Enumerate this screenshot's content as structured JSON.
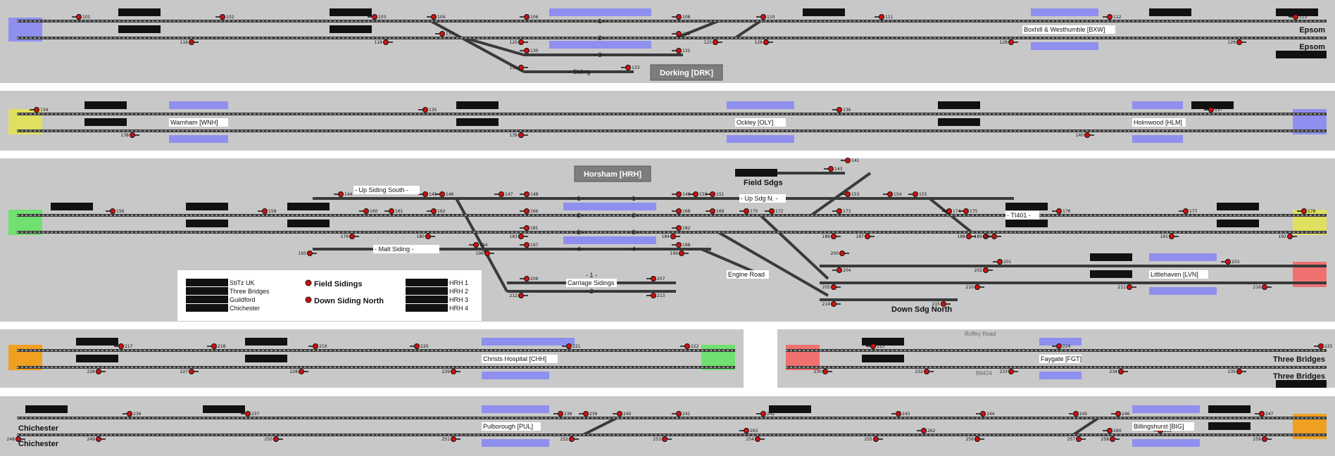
{
  "colors": {
    "panel": "#c8c8c8",
    "track": "#3a3a3a",
    "platform": "#8f8ff0",
    "signal_red": "#d01010",
    "fringe_blue": "#8f8ff0",
    "fringe_yellow": "#e0e060",
    "fringe_green": "#70e070",
    "fringe_orange": "#f0a020",
    "fringe_red": "#f07070"
  },
  "stations": {
    "dorking": "Dorking [DRK]",
    "horsham": "Horsham [HRH]",
    "boxhill": "Boxhill & Westhumble [BXW]",
    "warnham": "Warnham [WNH]",
    "ockley": "Ockley [OLY]",
    "holmwood": "Holmwood [HLM]",
    "littlehaven": "Littlehaven [LVN]",
    "christs_hospital": "Christs Hospital [CHH]",
    "faygate": "Faygate [FGT]",
    "pulborough": "Pulborough [PUL]",
    "billingshurst": "Billingshurst [BIG]"
  },
  "destinations": {
    "epsom_up": "Epsom",
    "epsom_down": "Epsom",
    "three_bridges_up": "Three Bridges",
    "three_bridges_down": "Three Bridges",
    "chichester_up": "Chichester",
    "chichester_down": "Chichester"
  },
  "platforms": {
    "dorking_1": "- 1 -",
    "dorking_2": "- 2 -",
    "dorking_3": "- 3 -",
    "dorking_siding": "- Siding -",
    "horsham_1": "- 1 -",
    "horsham_2": "- 2 -",
    "horsham_3": "- 3 -",
    "horsham_4": "- 4 -",
    "horsham_1b": "- 1 -",
    "horsham_2b": "- 2 -",
    "horsham_3b": "- 3 -",
    "horsham_4b": "- 4 -",
    "carriage_1": "- 1 -",
    "carriage_2": "- 2 -"
  },
  "labels": {
    "up_siding_south": "- Up Siding South -",
    "malt_siding": "- Malt Siding -",
    "up_sdg_n": "- Up Sdg N. -",
    "ti401": "- TI401 -",
    "carriage_sidings": "Carriage Sidings",
    "engine_road": "Engine Road",
    "field_sdgs": "Field Sdgs",
    "down_sdg_north": "Down Sdg North",
    "roffey_road": "Roffey Road",
    "b6424": "B6424"
  },
  "legend": {
    "stitz_uk": "StiTz UK",
    "three_bridges": "Three Bridges",
    "guildford": "Guildford",
    "chichester": "Chichester",
    "field_sidings": "Field Sidings",
    "down_siding_north": "Down Siding North",
    "hrh1": "HRH 1",
    "hrh2": "HRH 2",
    "hrh3": "HRH 3",
    "hrh4": "HRH 4"
  },
  "signals": {
    "s101": "101",
    "s102": "102",
    "s103": "103",
    "s104": "104",
    "s106": "106",
    "s108": "108",
    "s110": "110",
    "s111": "111",
    "s112": "112",
    "s113": "113",
    "s116": "116",
    "s117": "117",
    "s118": "118",
    "s120": "120",
    "s122": "122",
    "s123": "123",
    "s126": "126",
    "s128": "128",
    "s129": "129",
    "s130": "130",
    "s131": "131",
    "s132": "132",
    "s133": "133",
    "s134": "134",
    "s135": "135",
    "s136": "136",
    "s137": "137",
    "s138": "138",
    "s139": "139",
    "s140": "140",
    "s141": "141",
    "s143": "143",
    "s144": "144",
    "s145": "145",
    "s146": "146",
    "s147": "147",
    "s148": "148",
    "s149": "149",
    "s150": "150",
    "s151": "151",
    "s153": "153",
    "s154": "154",
    "s155": "155",
    "s156": "156",
    "s158": "158",
    "s160": "160",
    "s161": "161",
    "s162": "162",
    "s166": "166",
    "s168": "168",
    "s169": "169",
    "s170": "170",
    "s172": "172",
    "s173": "173",
    "s174": "174",
    "s175": "175",
    "s176": "176",
    "s177": "177",
    "s178": "178",
    "s179": "179",
    "s180": "180",
    "s181": "181",
    "s182": "182",
    "s183": "183",
    "s184": "184",
    "s186": "186",
    "s187": "187",
    "s188": "188",
    "s189": "189",
    "s190": "190",
    "s191": "191",
    "s192": "192",
    "s193": "193",
    "s194": "194",
    "s196": "196",
    "s197": "197",
    "s198": "198",
    "s199": "199",
    "s200": "200",
    "s201": "201",
    "s202": "202",
    "s203": "203",
    "s204": "204",
    "s205": "205",
    "s206": "206",
    "s207": "207",
    "s210": "210",
    "s211": "211",
    "s212": "212",
    "s213": "213",
    "s214": "214",
    "s215": "215",
    "s216": "216",
    "s217": "217",
    "s218": "218",
    "s219": "219",
    "s220": "220",
    "s221": "221",
    "s222": "222",
    "s223": "223",
    "s224": "224",
    "s225": "225",
    "s226": "226",
    "s227": "227",
    "s228": "228",
    "s229": "229",
    "s230": "230",
    "s232": "232",
    "s233": "233",
    "s234": "234",
    "s235": "235",
    "s236": "236",
    "s237": "237",
    "s238": "238",
    "s239": "239",
    "s240": "240",
    "s241": "241",
    "s242": "242",
    "s243": "243",
    "s244": "244",
    "s245": "245",
    "s246": "246",
    "s247": "247",
    "s248": "248",
    "s249": "249",
    "s250": "250",
    "s251": "251",
    "s252": "252",
    "s253": "253",
    "s254": "254",
    "s255": "255",
    "s256": "256",
    "s257": "257",
    "s258": "258",
    "s259": "259",
    "s260": "260",
    "s261": "261",
    "s262": "262",
    "s263": "263"
  }
}
